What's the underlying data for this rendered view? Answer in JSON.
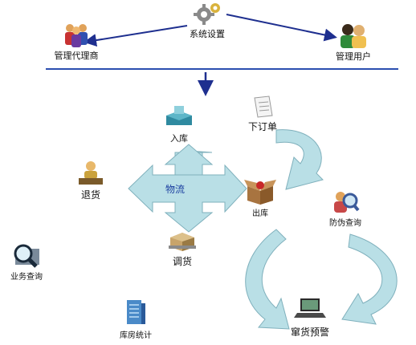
{
  "nodes": {
    "system_settings": "系统设置",
    "agent_management": "管理代理商",
    "user_management": "管理用户",
    "inbound": "入库",
    "place_order": "下订单",
    "logistics": "物流",
    "returns": "退货",
    "outbound": "出库",
    "anti_counterfeit_query": "防伪查询",
    "transfer": "调货",
    "business_query": "业务查询",
    "warehouse_stats": "库房统计",
    "stock_alert": "窜货预警"
  },
  "icons": {
    "system_settings": "gears-icon",
    "agent_management": "people-group-icon",
    "user_management": "users-icon",
    "inbound": "inbox-tray-icon",
    "place_order": "clipboard-icon",
    "returns": "person-desk-icon",
    "outbound": "open-box-icon",
    "anti_counterfeit_query": "magnifier-user-icon",
    "transfer": "package-icon",
    "business_query": "magnifier-icon",
    "warehouse_stats": "server-icon",
    "stock_alert": "laptop-icon"
  },
  "colors": {
    "arrow_dark": "#1e2f8f",
    "divider": "#2b4fb0",
    "flow_fill": "#b9dfe6",
    "flow_stroke": "#7fb0bc",
    "logistics_text": "#1b3fa0"
  }
}
